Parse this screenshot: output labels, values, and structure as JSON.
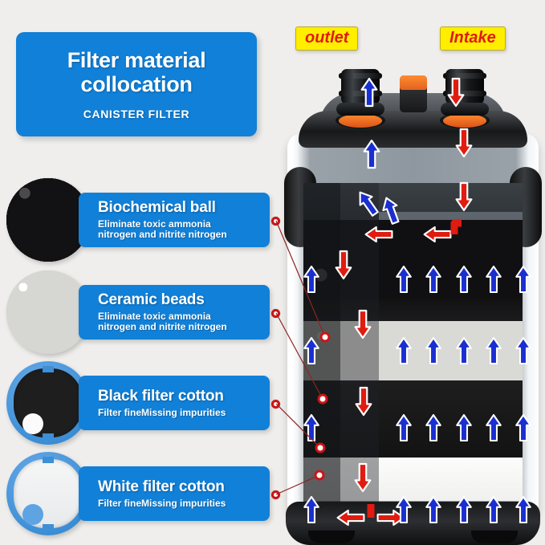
{
  "page": {
    "background_color": "#efeeec",
    "accent_blue": "#1180d8",
    "arrow_blue": "#1a2fd0",
    "arrow_red": "#e01b10",
    "label_yellow": "#ffee00"
  },
  "title_card": {
    "line1": "Filter material",
    "line2": "collocation",
    "subtitle": "CANISTER FILTER"
  },
  "ports": [
    {
      "name": "outlet-label",
      "text": "outlet"
    },
    {
      "name": "intake-label",
      "text": "Intake"
    }
  ],
  "features": [
    {
      "id": "biochemical-ball",
      "icon": "bioballs-photo",
      "title": "Biochemical ball",
      "desc_line1": "Eliminate toxic ammonia",
      "desc_line2": "nitrogen and nitrite nitrogen"
    },
    {
      "id": "ceramic-beads",
      "icon": "ceramic-beads-photo",
      "title": "Ceramic beads",
      "desc_line1": "Eliminate toxic ammonia",
      "desc_line2": "nitrogen and nitrite nitrogen"
    },
    {
      "id": "black-filter-cotton",
      "icon": "black-cotton-pad-photo",
      "title": "Black filter cotton",
      "desc_line1": "Filter fineMissing impurities",
      "desc_line2": ""
    },
    {
      "id": "white-filter-cotton",
      "icon": "white-cotton-pad-photo",
      "title": "White filter cotton",
      "desc_line1": "Filter fineMissing impurities",
      "desc_line2": ""
    }
  ],
  "canister": {
    "name": "canister-filter-cutaway",
    "body_color": "#8e979f",
    "cap_color": "#17181a",
    "knob_color": "#ff8c30",
    "media_layers": [
      {
        "name": "biochemical-ball-layer",
        "material": "Biochemical ball"
      },
      {
        "name": "black-filter-cotton-layer-upper",
        "material": "Black filter cotton"
      },
      {
        "name": "ceramic-beads-layer",
        "material": "Ceramic beads"
      },
      {
        "name": "black-filter-cotton-layer-lower",
        "material": "Black filter cotton"
      },
      {
        "name": "white-filter-cotton-layer",
        "material": "White filter cotton"
      }
    ],
    "flow": {
      "intake_color": "#e01b10",
      "outlet_color": "#1a2fd0",
      "intake_arrow_count": 8,
      "outlet_arrow_count": 18
    }
  }
}
